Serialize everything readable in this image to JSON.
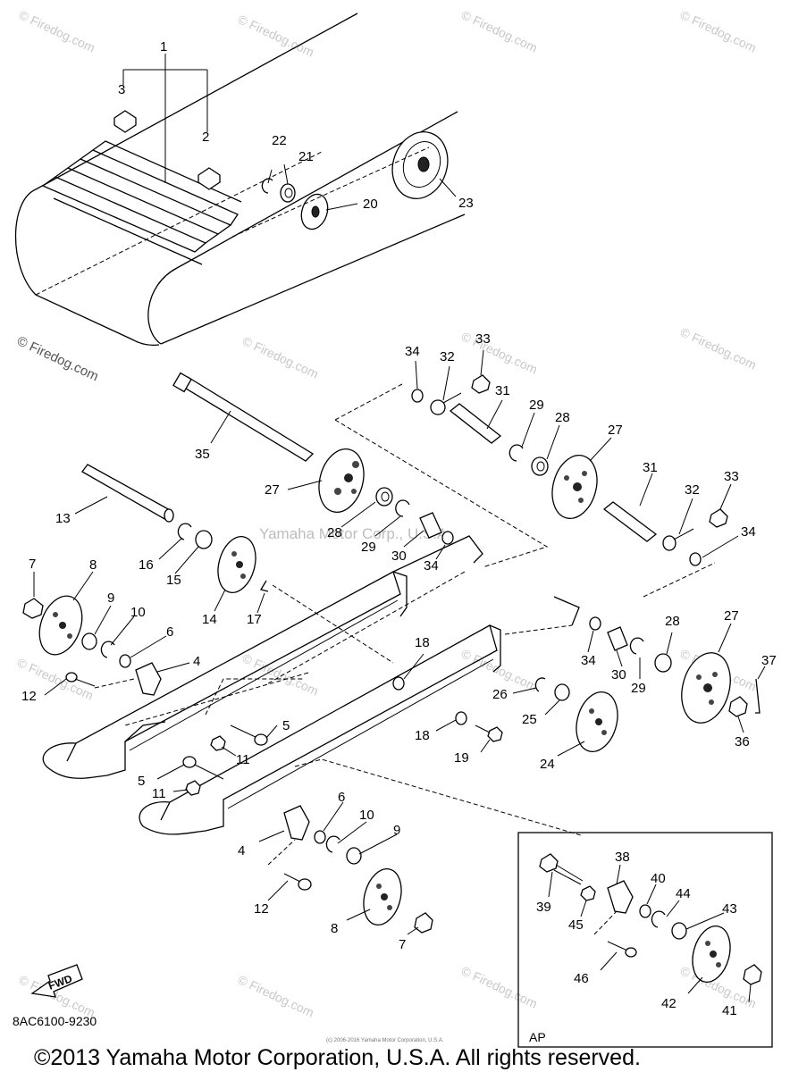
{
  "callouts": {
    "c1": "1",
    "c2": "2",
    "c3": "3",
    "c4a": "4",
    "c4b": "4",
    "c5a": "5",
    "c5b": "5",
    "c6a": "6",
    "c6b": "6",
    "c7a": "7",
    "c7b": "7",
    "c8a": "8",
    "c8b": "8",
    "c9a": "9",
    "c9b": "9",
    "c10a": "10",
    "c10b": "10",
    "c11a": "11",
    "c11b": "11",
    "c12a": "12",
    "c12b": "12",
    "c13": "13",
    "c14": "14",
    "c15": "15",
    "c16": "16",
    "c17": "17",
    "c18a": "18",
    "c18b": "18",
    "c19": "19",
    "c20": "20",
    "c21": "21",
    "c22": "22",
    "c23": "23",
    "c24": "24",
    "c25": "25",
    "c26": "26",
    "c27a": "27",
    "c27b": "27",
    "c27c": "27",
    "c28a": "28",
    "c28b": "28",
    "c28c": "28",
    "c29a": "29",
    "c29b": "29",
    "c29c": "29",
    "c30a": "30",
    "c30b": "30",
    "c31a": "31",
    "c31b": "31",
    "c32a": "32",
    "c32b": "32",
    "c33a": "33",
    "c33b": "33",
    "c34a": "34",
    "c34b": "34",
    "c34c": "34",
    "c34d": "34",
    "c35": "35",
    "c36": "36",
    "c37": "37",
    "c38": "38",
    "c39": "39",
    "c40": "40",
    "c41": "41",
    "c42": "42",
    "c43": "43",
    "c44": "44",
    "c45": "45",
    "c46": "46"
  },
  "watermarks": {
    "firedog_left": "© Firedog.com",
    "firedog_tile": "© Firedog.com",
    "mid_text": "Yamaha Motor Corp., U.S.A."
  },
  "inset_label": "AP",
  "fwd_label": "FWD",
  "diagram_code": "8AC6100-9230",
  "footer": {
    "small_notice": "(c) 2006-2016 Yamaha Motor Corporation, U.S.A.",
    "copyright": "©2013 Yamaha Motor Corporation, U.S.A. All rights reserved."
  }
}
